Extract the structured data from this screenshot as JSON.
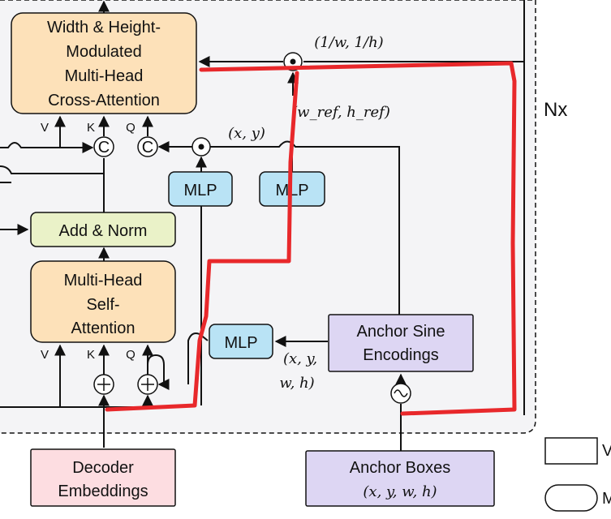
{
  "diagram": {
    "cross_attention": {
      "lines": [
        "Width & Height-",
        "Modulated",
        "Multi-Head",
        "Cross-Attention"
      ]
    },
    "self_attention": {
      "lines": [
        "Multi-Head",
        "Self-",
        "Attention"
      ]
    },
    "add_norm": {
      "label": "Add & Norm"
    },
    "mlp_left": {
      "label": "MLP"
    },
    "mlp_right": {
      "label": "MLP"
    },
    "mlp_lower": {
      "label": "MLP"
    },
    "anchor_sine": {
      "lines": [
        "Anchor Sine",
        "Encodings"
      ]
    },
    "decoder_embeddings": {
      "lines": [
        "Decoder",
        "Embeddings"
      ]
    },
    "anchor_boxes": {
      "label": "Anchor Boxes",
      "coords": "(x, y, w, h)"
    },
    "nx_label": "Nx",
    "cross_inputs": {
      "v": "V",
      "k": "K",
      "q": "Q"
    },
    "self_inputs": {
      "v": "V",
      "k": "K",
      "q": "Q"
    },
    "concat_symbol": "C",
    "xy_label": "(x, y)",
    "xywh_label_line1": "(x, y,",
    "xywh_label_line2": "w, h)",
    "wh_ref_label": "(w_ref, h_ref)",
    "inv_wh_label": "(1/w, 1/h)",
    "legend": {
      "item1": "V",
      "item2": "M"
    }
  },
  "colors": {
    "orange_fill": "#fde1b9",
    "green_fill": "#eaf2c8",
    "blue_fill": "#b9e3f5",
    "purple_fill": "#ddd6f3",
    "pink_fill": "#fddde1",
    "annotation_red": "#e8282b",
    "panel_fill": "#f4f4f6"
  }
}
